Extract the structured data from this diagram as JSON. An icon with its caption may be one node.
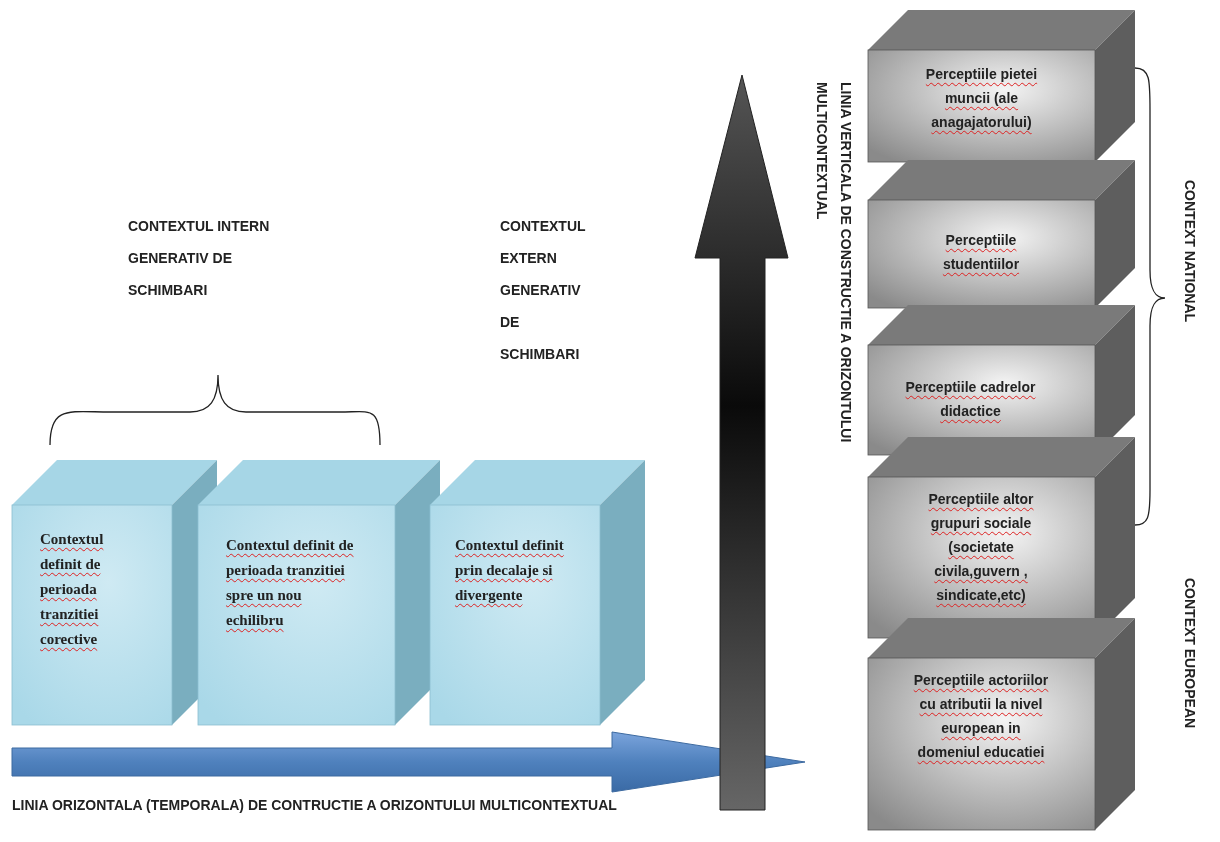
{
  "diagram": {
    "nodes": [
      {
        "text": [
          "Contextul definit de perioada tranzitiei corective"
        ]
      },
      {
        "text": [
          "Contextul definit de perioada tranzitiei spre un nou echilibru"
        ]
      },
      {
        "text": [
          "Contextul definit prin decalaje si divergente"
        ]
      },
      {
        "text": [
          "Perceptiile pietei muncii (ale anagajatorului)"
        ]
      },
      {
        "text": [
          "Perceptiile studentiilor"
        ]
      },
      {
        "text": [
          "Perceptiile cadrelor didactice"
        ]
      },
      {
        "text": [
          "Perceptiile altor grupuri sociale (societate civila,guvern , sindicate,etc)"
        ]
      },
      {
        "text": [
          "Perceptiile actoriilor cu atributii la nivel european in domeniul educatiei"
        ]
      }
    ],
    "labels": [
      "CONTEXTUL INTERN GENERATIV DE SCHIMBARI",
      "CONTEXTUL EXTERN GENERATIV DE SCHIMBARI",
      "LINIA VERTICALA DE CONSTRUCTIE A ORIZONTULUI MULTICONTEXTUAL",
      "CONTEXT NATIONAL",
      "CONTEXT EUROPEAN",
      "LINIA ORIZONTALA (TEMPORALA) DE CONTRUCTIE A ORIZONTULUI MULTICONTEXTUAL"
    ]
  }
}
